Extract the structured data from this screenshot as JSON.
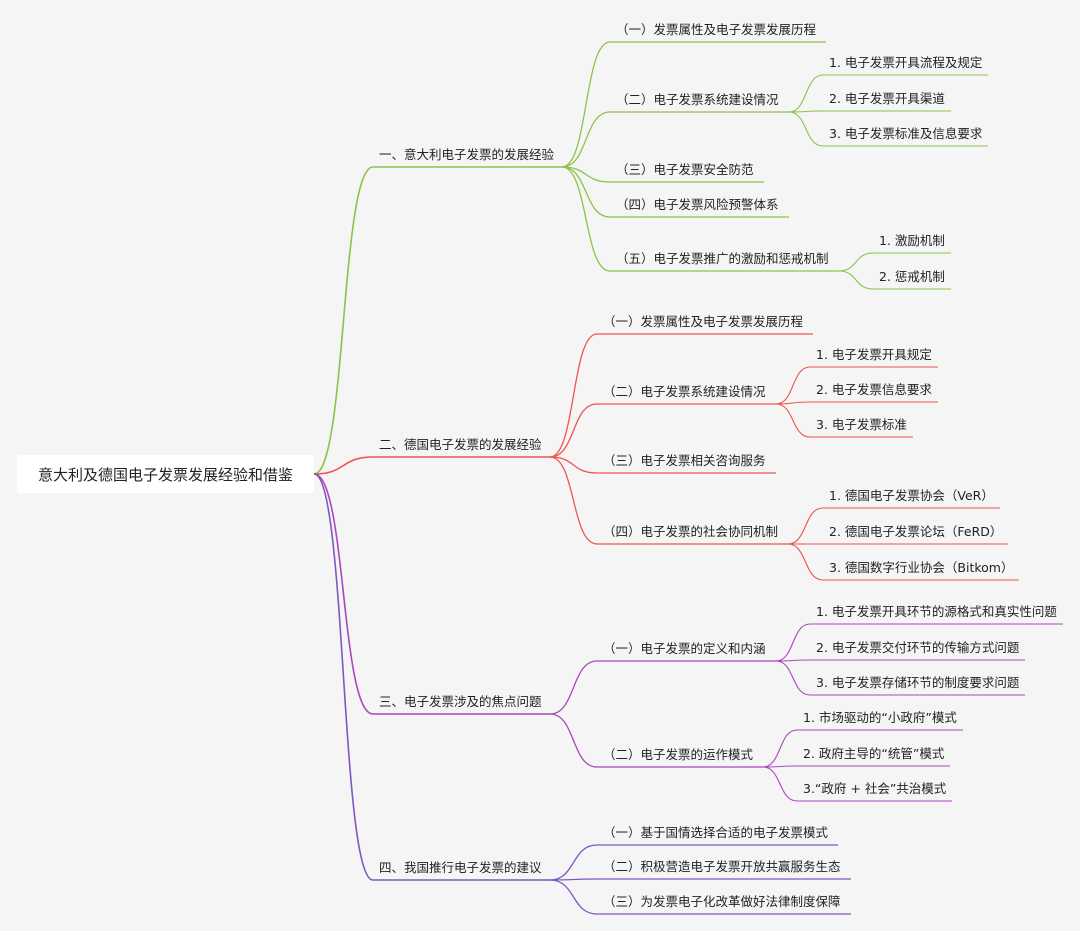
{
  "root": {
    "title": "意大利及德国电子发票发展经验和借鉴"
  },
  "colors": {
    "g1": "#8bc34a",
    "g2": "#ef5350",
    "g3": "#ab47bc",
    "g4": "#7e57c2"
  },
  "sections": [
    {
      "label": "一、意大利电子发票的发展经验",
      "items": [
        {
          "label": "（一）发票属性及电子发票发展历程"
        },
        {
          "label": "（二）电子发票系统建设情况",
          "children": [
            "1. 电子发票开具流程及规定",
            "2. 电子发票开具渠道",
            "3. 电子发票标准及信息要求"
          ]
        },
        {
          "label": "（三）电子发票安全防范"
        },
        {
          "label": "（四）电子发票风险预警体系"
        },
        {
          "label": "（五）电子发票推广的激励和惩戒机制",
          "children": [
            "1. 激励机制",
            "2. 惩戒机制"
          ]
        }
      ]
    },
    {
      "label": "二、德国电子发票的发展经验",
      "items": [
        {
          "label": "（一）发票属性及电子发票发展历程"
        },
        {
          "label": "（二）电子发票系统建设情况",
          "children": [
            "1. 电子发票开具规定",
            "2. 电子发票信息要求",
            "3. 电子发票标准"
          ]
        },
        {
          "label": "（三）电子发票相关咨询服务"
        },
        {
          "label": "（四）电子发票的社会协同机制",
          "children": [
            "1. 德国电子发票协会（VeR）",
            "2. 德国电子发票论坛（FeRD）",
            "3. 德国数字行业协会（Bitkom）"
          ]
        }
      ]
    },
    {
      "label": "三、电子发票涉及的焦点问题",
      "items": [
        {
          "label": "（一）电子发票的定义和内涵",
          "children": [
            "1. 电子发票开具环节的源格式和真实性问题",
            "2. 电子发票交付环节的传输方式问题",
            "3. 电子发票存储环节的制度要求问题"
          ]
        },
        {
          "label": "（二）电子发票的运作模式",
          "children": [
            "1. 市场驱动的“小政府”模式",
            "2. 政府主导的“统管”模式",
            "3.“政府 + 社会”共治模式"
          ]
        }
      ]
    },
    {
      "label": "四、我国推行电子发票的建议",
      "items": [
        {
          "label": "（一）基于国情选择合适的电子发票模式"
        },
        {
          "label": "（二）积极营造电子发票开放共赢服务生态"
        },
        {
          "label": "（三）为发票电子化改革做好法律制度保障"
        }
      ]
    }
  ]
}
